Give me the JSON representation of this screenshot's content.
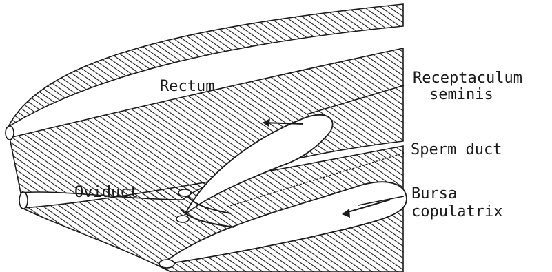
{
  "figure": {
    "labels": {
      "rectum": "Rectum",
      "oviduct": "Oviduct",
      "receptaculum_line1": "Receptaculum",
      "receptaculum_line2": "seminis",
      "sperm_duct": "Sperm duct",
      "bursa_line1": "Bursa",
      "bursa_line2": "copulatrix"
    },
    "colors": {
      "ink": "#1a1a1a",
      "background": "#ffffff"
    }
  }
}
